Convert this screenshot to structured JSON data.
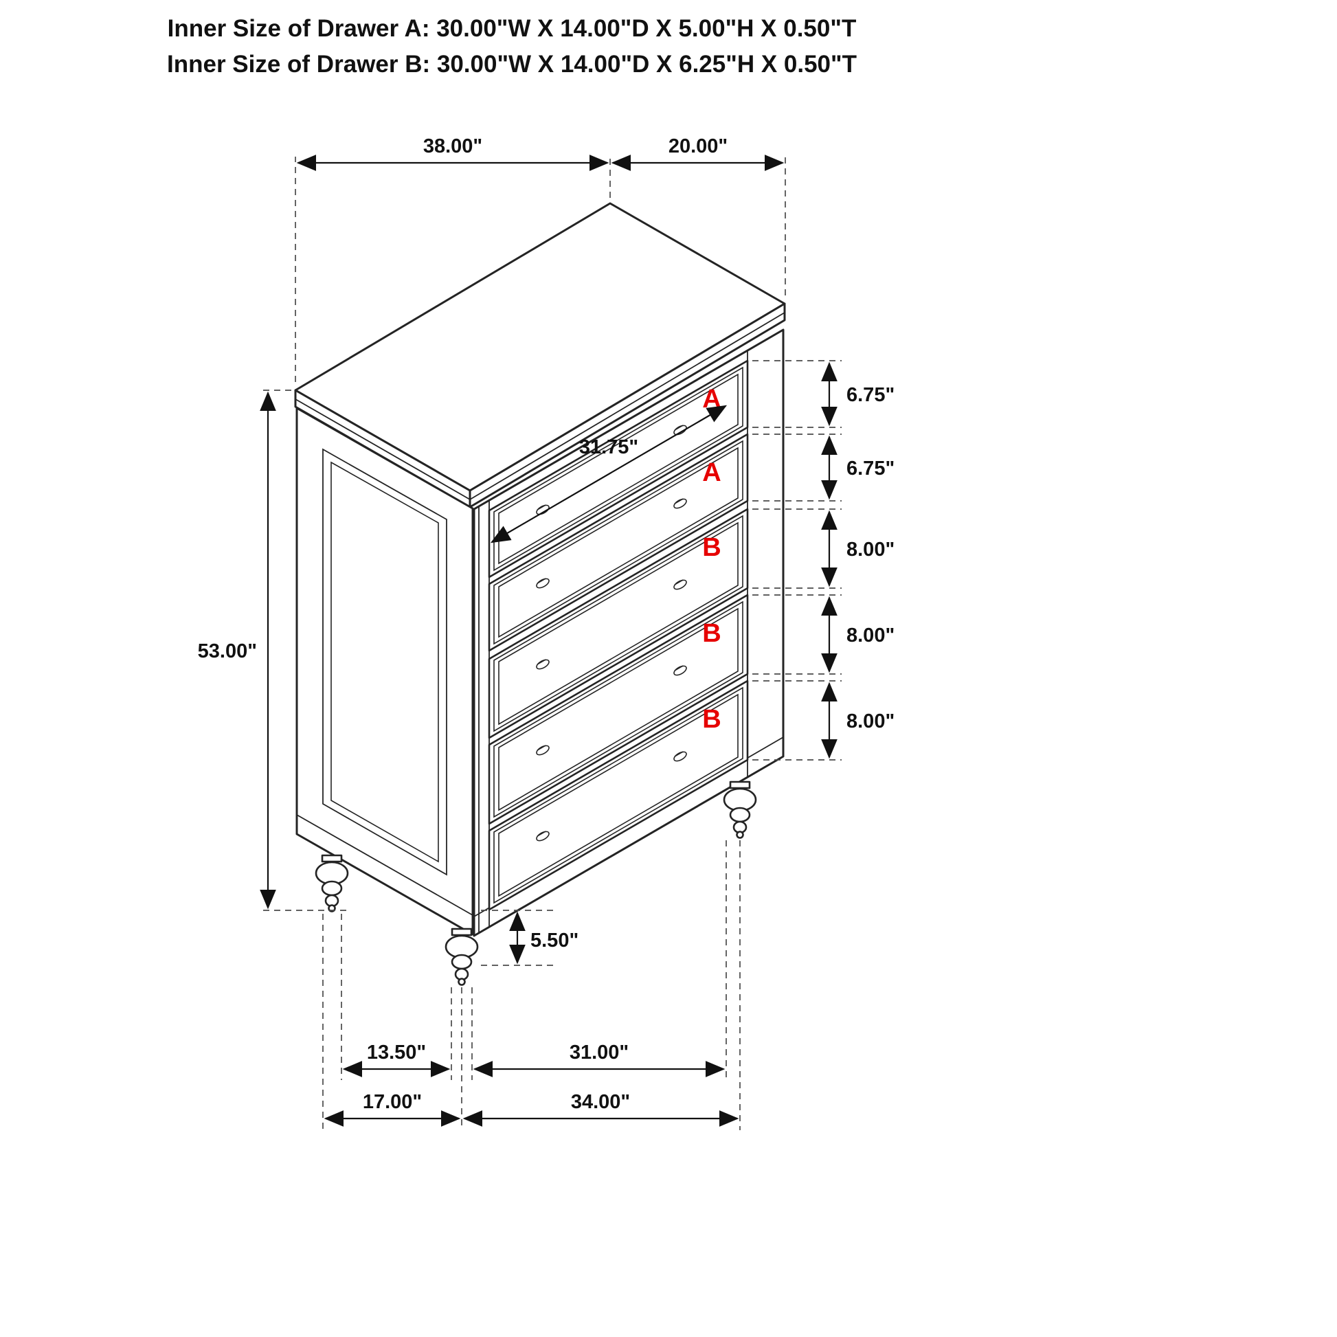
{
  "title": {
    "line1": "Inner Size of Drawer A: 30.00\"W X 14.00\"D X 5.00\"H X 0.50\"T",
    "line2": "Inner Size of Drawer B: 30.00\"W X 14.00\"D X 6.25\"H X 0.50\"T"
  },
  "dimensions": {
    "top_width": "38.00\"",
    "top_depth": "20.00\"",
    "overall_height": "53.00\"",
    "drawer_front_width": "31.75\"",
    "drawer_heights": [
      "6.75\"",
      "6.75\"",
      "8.00\"",
      "8.00\"",
      "8.00\""
    ],
    "leg_height": "5.50\"",
    "foot_depth_inner": "13.50\"",
    "foot_depth_outer": "17.00\"",
    "foot_width_inner": "31.00\"",
    "foot_width_outer": "34.00\""
  },
  "drawer_labels": [
    "A",
    "A",
    "B",
    "B",
    "B"
  ],
  "colors": {
    "label_red": "#e60000",
    "line": "#242424",
    "dim_text": "#111111"
  }
}
